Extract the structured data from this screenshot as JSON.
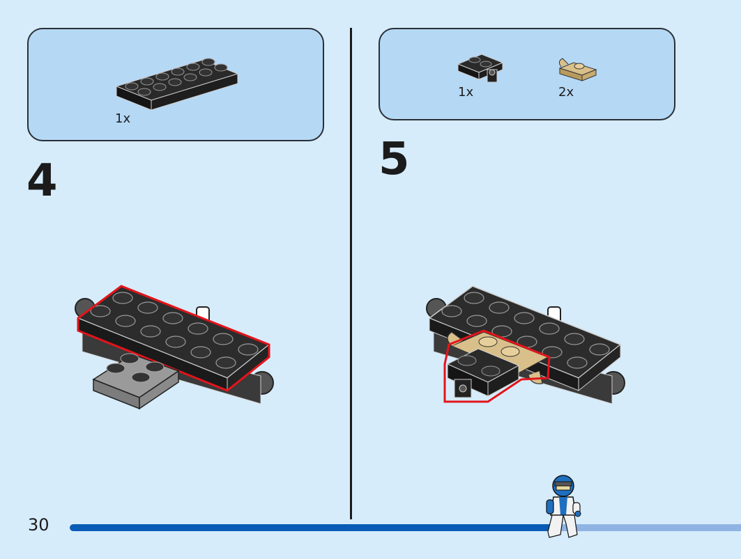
{
  "page": {
    "number": "30"
  },
  "progress": {
    "fraction": 0.73
  },
  "steps": [
    {
      "number": "4",
      "parts": [
        {
          "qty": "1x",
          "part_icon": "black-2x6-plate-icon"
        }
      ],
      "model_icon": "car-base-step4-icon"
    },
    {
      "number": "5",
      "parts": [
        {
          "qty": "1x",
          "part_icon": "black-1x2-plate-with-pin-hole-icon"
        },
        {
          "qty": "2x",
          "part_icon": "tan-1x1-clip-plate-icon"
        }
      ],
      "model_icon": "car-base-step5-icon"
    }
  ],
  "colors": {
    "background": "#d6ecfb",
    "parts_box": "#b5d8f5",
    "highlight": "#e3141b",
    "progress_done": "#0a5bb5",
    "progress_remaining": "#8fb4e4"
  },
  "decoration": {
    "minifigure_icon": "racer-minifigure-icon"
  }
}
